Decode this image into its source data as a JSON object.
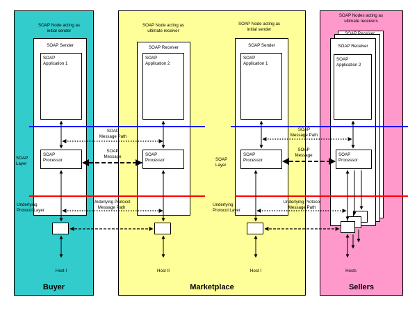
{
  "colors": {
    "buyer": "#33cccc",
    "marketplace": "#ffff99",
    "sellers": "#ff99cc",
    "soap_layer_line": "#0000ff",
    "protocol_layer_line": "#ff0000"
  },
  "zones": {
    "buyer": "Buyer",
    "marketplace": "Marketplace",
    "sellers": "Sellers"
  },
  "nodes": {
    "n1_caption": "SOAP Node acting as\ninitial sender",
    "n2_caption": "SOAP Node acting as\nultimate receiver",
    "n3_caption": "SOAP Node acting as\ninitial sender",
    "n4_caption": "SOAP Nodes acting as\nultimate receivers",
    "n1_title": "SOAP Sender",
    "n2_title": "SOAP Receiver",
    "n3_title": "SOAP Sender",
    "n4_title": "SOAP Receiver",
    "n4_stack_title": "SOAP Receiver",
    "n1_app": "SOAP\nApplication 1",
    "n2_app": "SOAP\nApplication 2",
    "n3_app": "SOAP\nApplication 1",
    "n4_app": "SOAP\nApplication 2",
    "processor": "SOAP\nProcessor"
  },
  "layers": {
    "soap_layer": "SOAP\nLayer",
    "protocol_layer": "Underlying\nProtocol Layer"
  },
  "paths": {
    "soap_message_path": "SOAP\nMessage Path",
    "soap_message": "SOAP\nMessage",
    "protocol_message_path": "Underlying Protocol\nMessage Path"
  },
  "hosts": {
    "h1": "Host I",
    "h2": "Host II",
    "h3": "Host I",
    "h4": "Hosts"
  }
}
